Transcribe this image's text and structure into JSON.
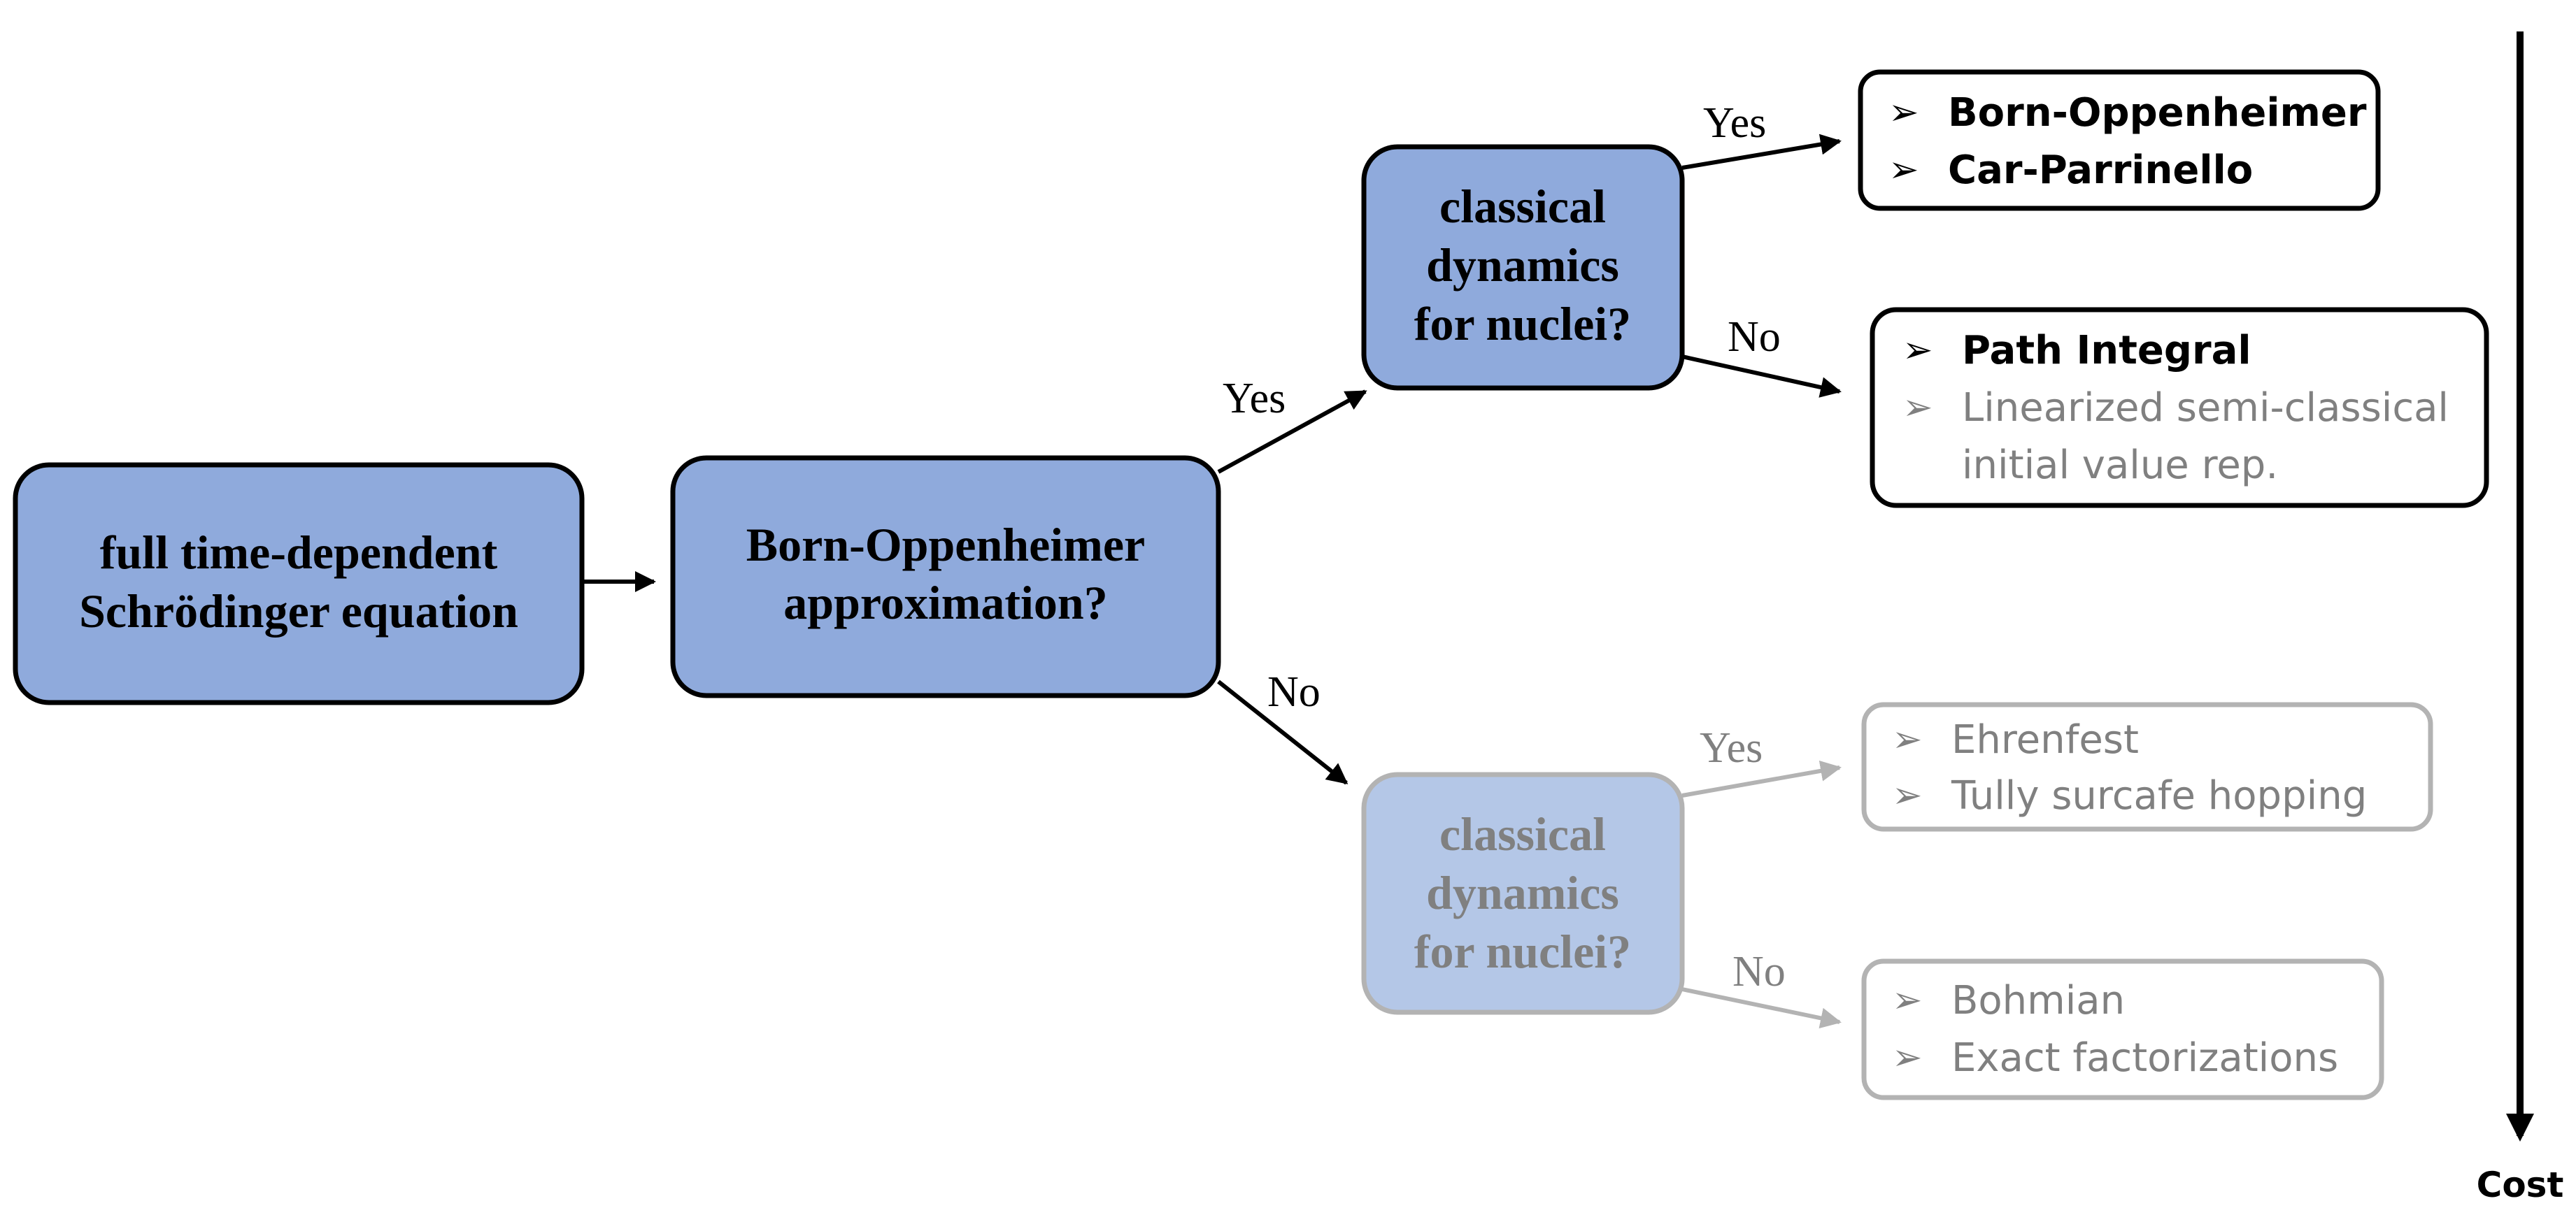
{
  "nodes": {
    "tdse": {
      "line1": "full time-dependent",
      "line2": "Schrödinger equation"
    },
    "bo": {
      "line1": "Born-Oppenheimer",
      "line2": "approximation?"
    },
    "classical_top": {
      "line1": "classical",
      "line2": "dynamics",
      "line3": "for nuclei?"
    },
    "classical_bottom": {
      "line1": "classical",
      "line2": "dynamics",
      "line3": "for nuclei?"
    }
  },
  "edge_labels": {
    "bo_yes": "Yes",
    "bo_no": "No",
    "top_yes": "Yes",
    "top_no": "No",
    "bottom_yes": "Yes",
    "bottom_no": "No"
  },
  "results": {
    "top_yes": [
      {
        "text": "Born-Oppenheimer",
        "emphasis": "bold"
      },
      {
        "text": "Car-Parrinello",
        "emphasis": "bold"
      }
    ],
    "top_no": [
      {
        "text": "Path Integral",
        "emphasis": "bold"
      },
      {
        "text": "Linearized semi-classical",
        "text2": "initial value rep.",
        "emphasis": "faded"
      }
    ],
    "bottom_yes": [
      {
        "text": "Ehrenfest",
        "emphasis": "faded"
      },
      {
        "text": "Tully surcafe hopping",
        "emphasis": "faded"
      }
    ],
    "bottom_no": [
      {
        "text": "Bohmian",
        "emphasis": "faded"
      },
      {
        "text": "Exact factorizations",
        "emphasis": "faded"
      }
    ]
  },
  "bullet_glyph": "➢",
  "cost_axis": {
    "label": "Cost"
  },
  "colors": {
    "node_fill": "#8faadc",
    "node_fill_faded": "#b4c7e7",
    "text_dark": "#000000",
    "text_faded": "#808080",
    "border_faded": "#b3b3b3"
  }
}
